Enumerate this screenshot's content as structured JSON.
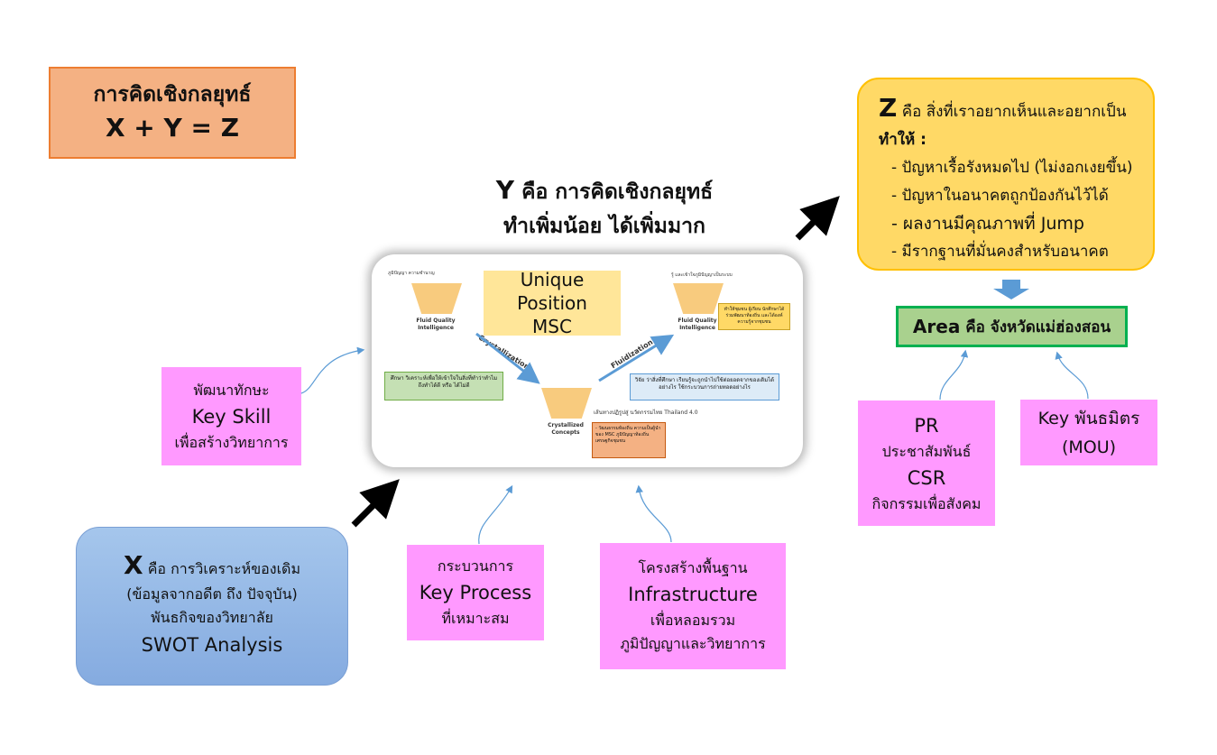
{
  "title": {
    "line1": "การคิดเชิงกลยุทธ์",
    "line2": "X + Y = Z"
  },
  "y_heading": {
    "letter": "Y",
    "line1": "คือ การคิดเชิงกลยุทธ์",
    "line2": "ทำเพิ่มน้อย ได้เพิ่มมาก"
  },
  "panel": {
    "unique_line1": "Unique Position",
    "unique_line2": "MSC",
    "left_funnel_label": "Fluid Quality Intelligence",
    "right_funnel_label": "Fluid Quality Intelligence",
    "center_funnel_label": "Crystallized Concepts",
    "crystallization": "Crystallization",
    "fluidization": "Fluidization",
    "left_top_text": "ภูมิปัญญา ความชำนาญ",
    "right_top_text": "รู้ และเข้าใจภูมิปัญญาเป็นระบบ",
    "green_box": "ศึกษา วิเคราะห์เพื่อให้เข้าใจในสิ่งที่ทำว่าทำไมถึงทำได้ดี หรือ ได้ไม่ดี",
    "blue_box": "วิจัย ว่าสิ่งที่ศึกษา เรียนรู้จะถูกนำไปใช้ต่อยอดจากของเดิมได้อย่างไร ใช้กระบวนการถ่ายทอดอย่างไร",
    "yellow_box": "ทำให้ชุมชน ผู้เรียน นักศึกษาได้ร่วมพัฒนาท้องถิ่น และได้องค์ความรู้จากชุมชน",
    "thailand_text": "เส้นทางปฏิรูปสู่ นวัตกรรมไทย Thailand 4.0",
    "orange_box": "- วัฒนธรรมท้องถิ่น ความเป็นผู้นำของ MSC ภูมิปัญญาท้องถิ่น เศรษฐกิจชุมชน"
  },
  "z_box": {
    "letter": "Z",
    "intro": "คือ สิ่งที่เราอยากเห็นและอยากเป็น",
    "make": "ทำให้ :",
    "items": [
      "- ปัญหาเรื้อรังหมดไป (ไม่งอกเงยขึ้น)",
      "- ปัญหาในอนาคตถูกป้องกันไว้ได้",
      "- ผลงานมีคุณภาพที่ Jump",
      "- มีรากฐานที่มั่นคงสำหรับอนาคต"
    ]
  },
  "area_box": {
    "word": "Area",
    "rest": "คือ จังหวัดแม่ฮ่องสอน"
  },
  "skill_box": {
    "line1": "พัฒนาทักษะ",
    "line2": "Key Skill",
    "line3": "เพื่อสร้างวิทยาการ"
  },
  "process_box": {
    "line1": "กระบวนการ",
    "line2": "Key Process",
    "line3": "ที่เหมาะสม"
  },
  "infra_box": {
    "line1": "โครงสร้างพื้นฐาน",
    "line2": "Infrastructure",
    "line3": "เพื่อหลอมรวม",
    "line4": "ภูมิปัญญาและวิทยาการ"
  },
  "pr_box": {
    "line1": "PR",
    "line2": "ประชาสัมพันธ์",
    "line3": "CSR",
    "line4": "กิจกรรมเพื่อสังคม"
  },
  "mou_box": {
    "line1": "Key พันธมิตร",
    "line2": "(MOU)"
  },
  "x_box": {
    "letter": "X",
    "line1": "คือ การวิเคราะห์ของเดิม",
    "line2": "(ข้อมูลจากอดีต ถึง ปัจจุบัน)",
    "line3": "พันธกิจของวิทยาลัย",
    "line4": "SWOT Analysis"
  },
  "colors": {
    "title_fill": "#f4b183",
    "z_fill": "#ffd966",
    "area_fill": "#a9d18e",
    "pink": "#ff99ff",
    "x_fill": "#9dc3e6",
    "arrow_blue": "#5b9bd5"
  }
}
